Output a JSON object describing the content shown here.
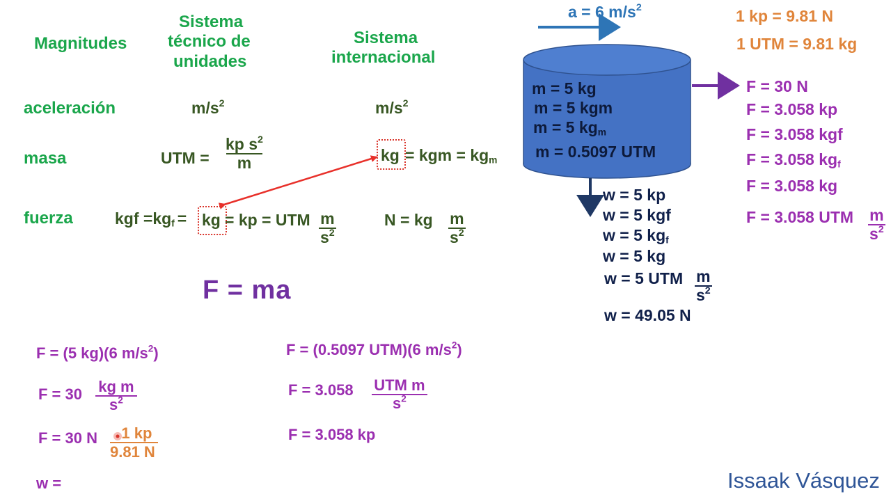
{
  "headers": {
    "magnitudes": "Magnitudes",
    "tecnico": [
      "Sistema",
      "técnico de",
      "unidades"
    ],
    "internacional": [
      "Sistema",
      "internacional"
    ]
  },
  "rows": {
    "aceleracion": "aceleración",
    "masa": "masa",
    "fuerza": "fuerza"
  },
  "cells": {
    "acc_tecnico": "m/s",
    "acc_si": "m/s",
    "exp2": "2",
    "utm_lhs": "UTM =",
    "utm_num": "kp s",
    "utm_den": "m",
    "kg_boxed": "kg",
    "kg_eq": "= kgm = kg",
    "sub_m": "m",
    "kgf_eq": "kgf =kg",
    "sub_f": "f",
    "eq": "=",
    "kg_boxed2": "kg",
    "kp_utm": "= kp = UTM",
    "frac_m": "m",
    "frac_s": "s",
    "n_eq": "N =  kg"
  },
  "law": "F = ma",
  "calc_left": {
    "l1": "F =  (5 kg)(6 m/s",
    "l1_end": ")",
    "l2": "F = 30",
    "l2_num": "kg m",
    "l2_den": "s",
    "l3": "F = 30 N",
    "l3_num": "1 kp",
    "l3_den": "9.81 N",
    "l4": "w ="
  },
  "calc_right": {
    "l1": "F =  (0.5097 UTM)(6 m/s",
    "l1_end": ")",
    "l2": "F = 3.058",
    "l2_num": "UTM m",
    "l2_den": "s",
    "l3": "F = 3.058 kp"
  },
  "accel_label": "a  =  6 m/s",
  "conversions": [
    "1 kp = 9.81 N",
    "1 UTM = 9.81 kg"
  ],
  "cylinder_masses": [
    "m  =  5 kg",
    "m  =  5 kgm",
    "m  =  5 kg",
    "m  =  0.5097 UTM"
  ],
  "force_list": [
    "F =  30 N",
    "F = 3.058 kp",
    "F = 3.058 kgf",
    "F = 3.058 kg",
    "F = 3.058 kg",
    "F = 3.058 UTM"
  ],
  "weight_list": [
    "w = 5 kp",
    "w = 5 kgf",
    "w = 5 kg",
    "w = 5 kg",
    "w = 5 UTM",
    "w =  49.05 N"
  ],
  "author": "Issaak Vásquez",
  "colors": {
    "cylinder": "#4472c4",
    "arrow_blue": "#2e75b6",
    "arrow_purple": "#7030a0",
    "arrow_red": "#e8302a",
    "arrow_navy": "#1f3864"
  }
}
